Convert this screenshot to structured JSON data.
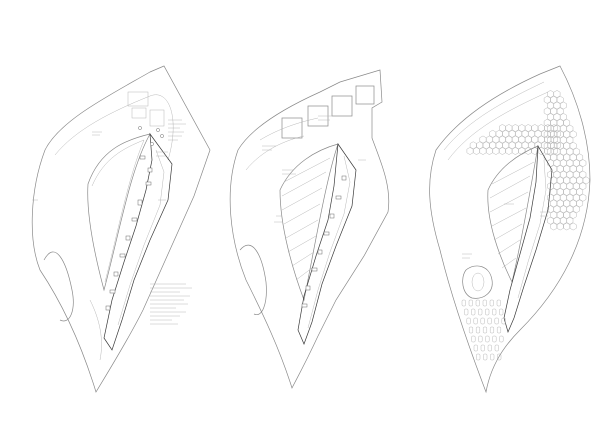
{
  "sheet": {
    "background": "#ffffff",
    "line_color": "#8a8a8a",
    "detail_color": "#3a3a3a",
    "panels": [
      {
        "id": "plan-1",
        "description_hidden": true
      },
      {
        "id": "plan-2",
        "description_hidden": true
      },
      {
        "id": "plan-3",
        "description_hidden": true
      }
    ]
  }
}
